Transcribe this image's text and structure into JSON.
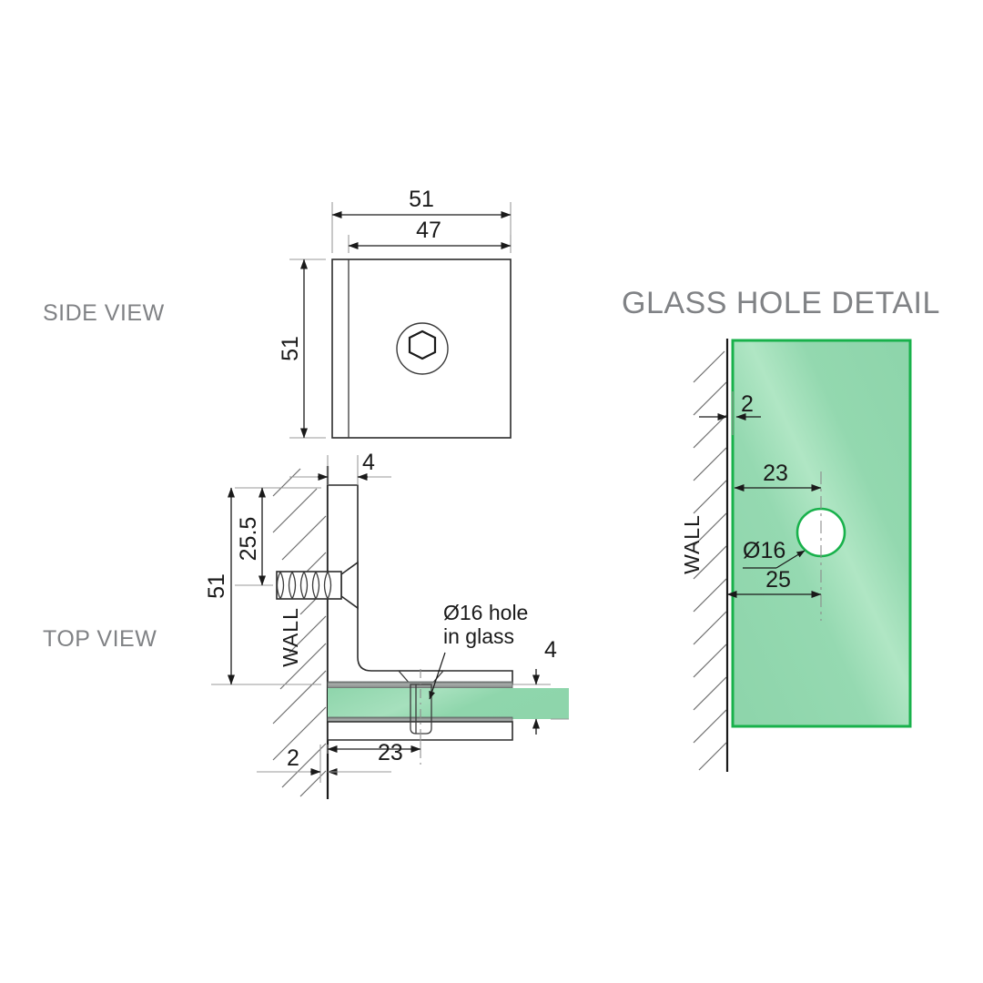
{
  "drawing": {
    "title_side_view": "SIDE VIEW",
    "title_top_view": "TOP VIEW",
    "title_glass_hole_detail": "GLASS HOLE DETAIL",
    "colors": {
      "glass_fill": "#93d9b0",
      "glass_border": "#18b14b",
      "label_gray": "#808285",
      "line_black": "#1a1a1a",
      "metal_fill": "#ffffff",
      "metal_edge": "#2b2b2b"
    }
  },
  "side_view": {
    "dim_width_outer": "51",
    "dim_width_inner": "47",
    "dim_height": "51",
    "fastener": "hex-socket-screw"
  },
  "top_view": {
    "dim_plate_thickness": "4",
    "dim_screw_center": "25.5",
    "dim_overall_height": "51",
    "dim_wall_offset": "2",
    "dim_hole_center": "23",
    "dim_glass_thickness": "4",
    "wall_label": "WALL",
    "callout_line1": "Ø16 hole",
    "callout_line2": "in glass"
  },
  "glass_hole_detail": {
    "wall_label": "WALL",
    "dim_edge_offset": "2",
    "dim_hole_from_edge": "23",
    "dim_hole_diameter": "Ø16",
    "dim_hole_from_wall": "25"
  }
}
